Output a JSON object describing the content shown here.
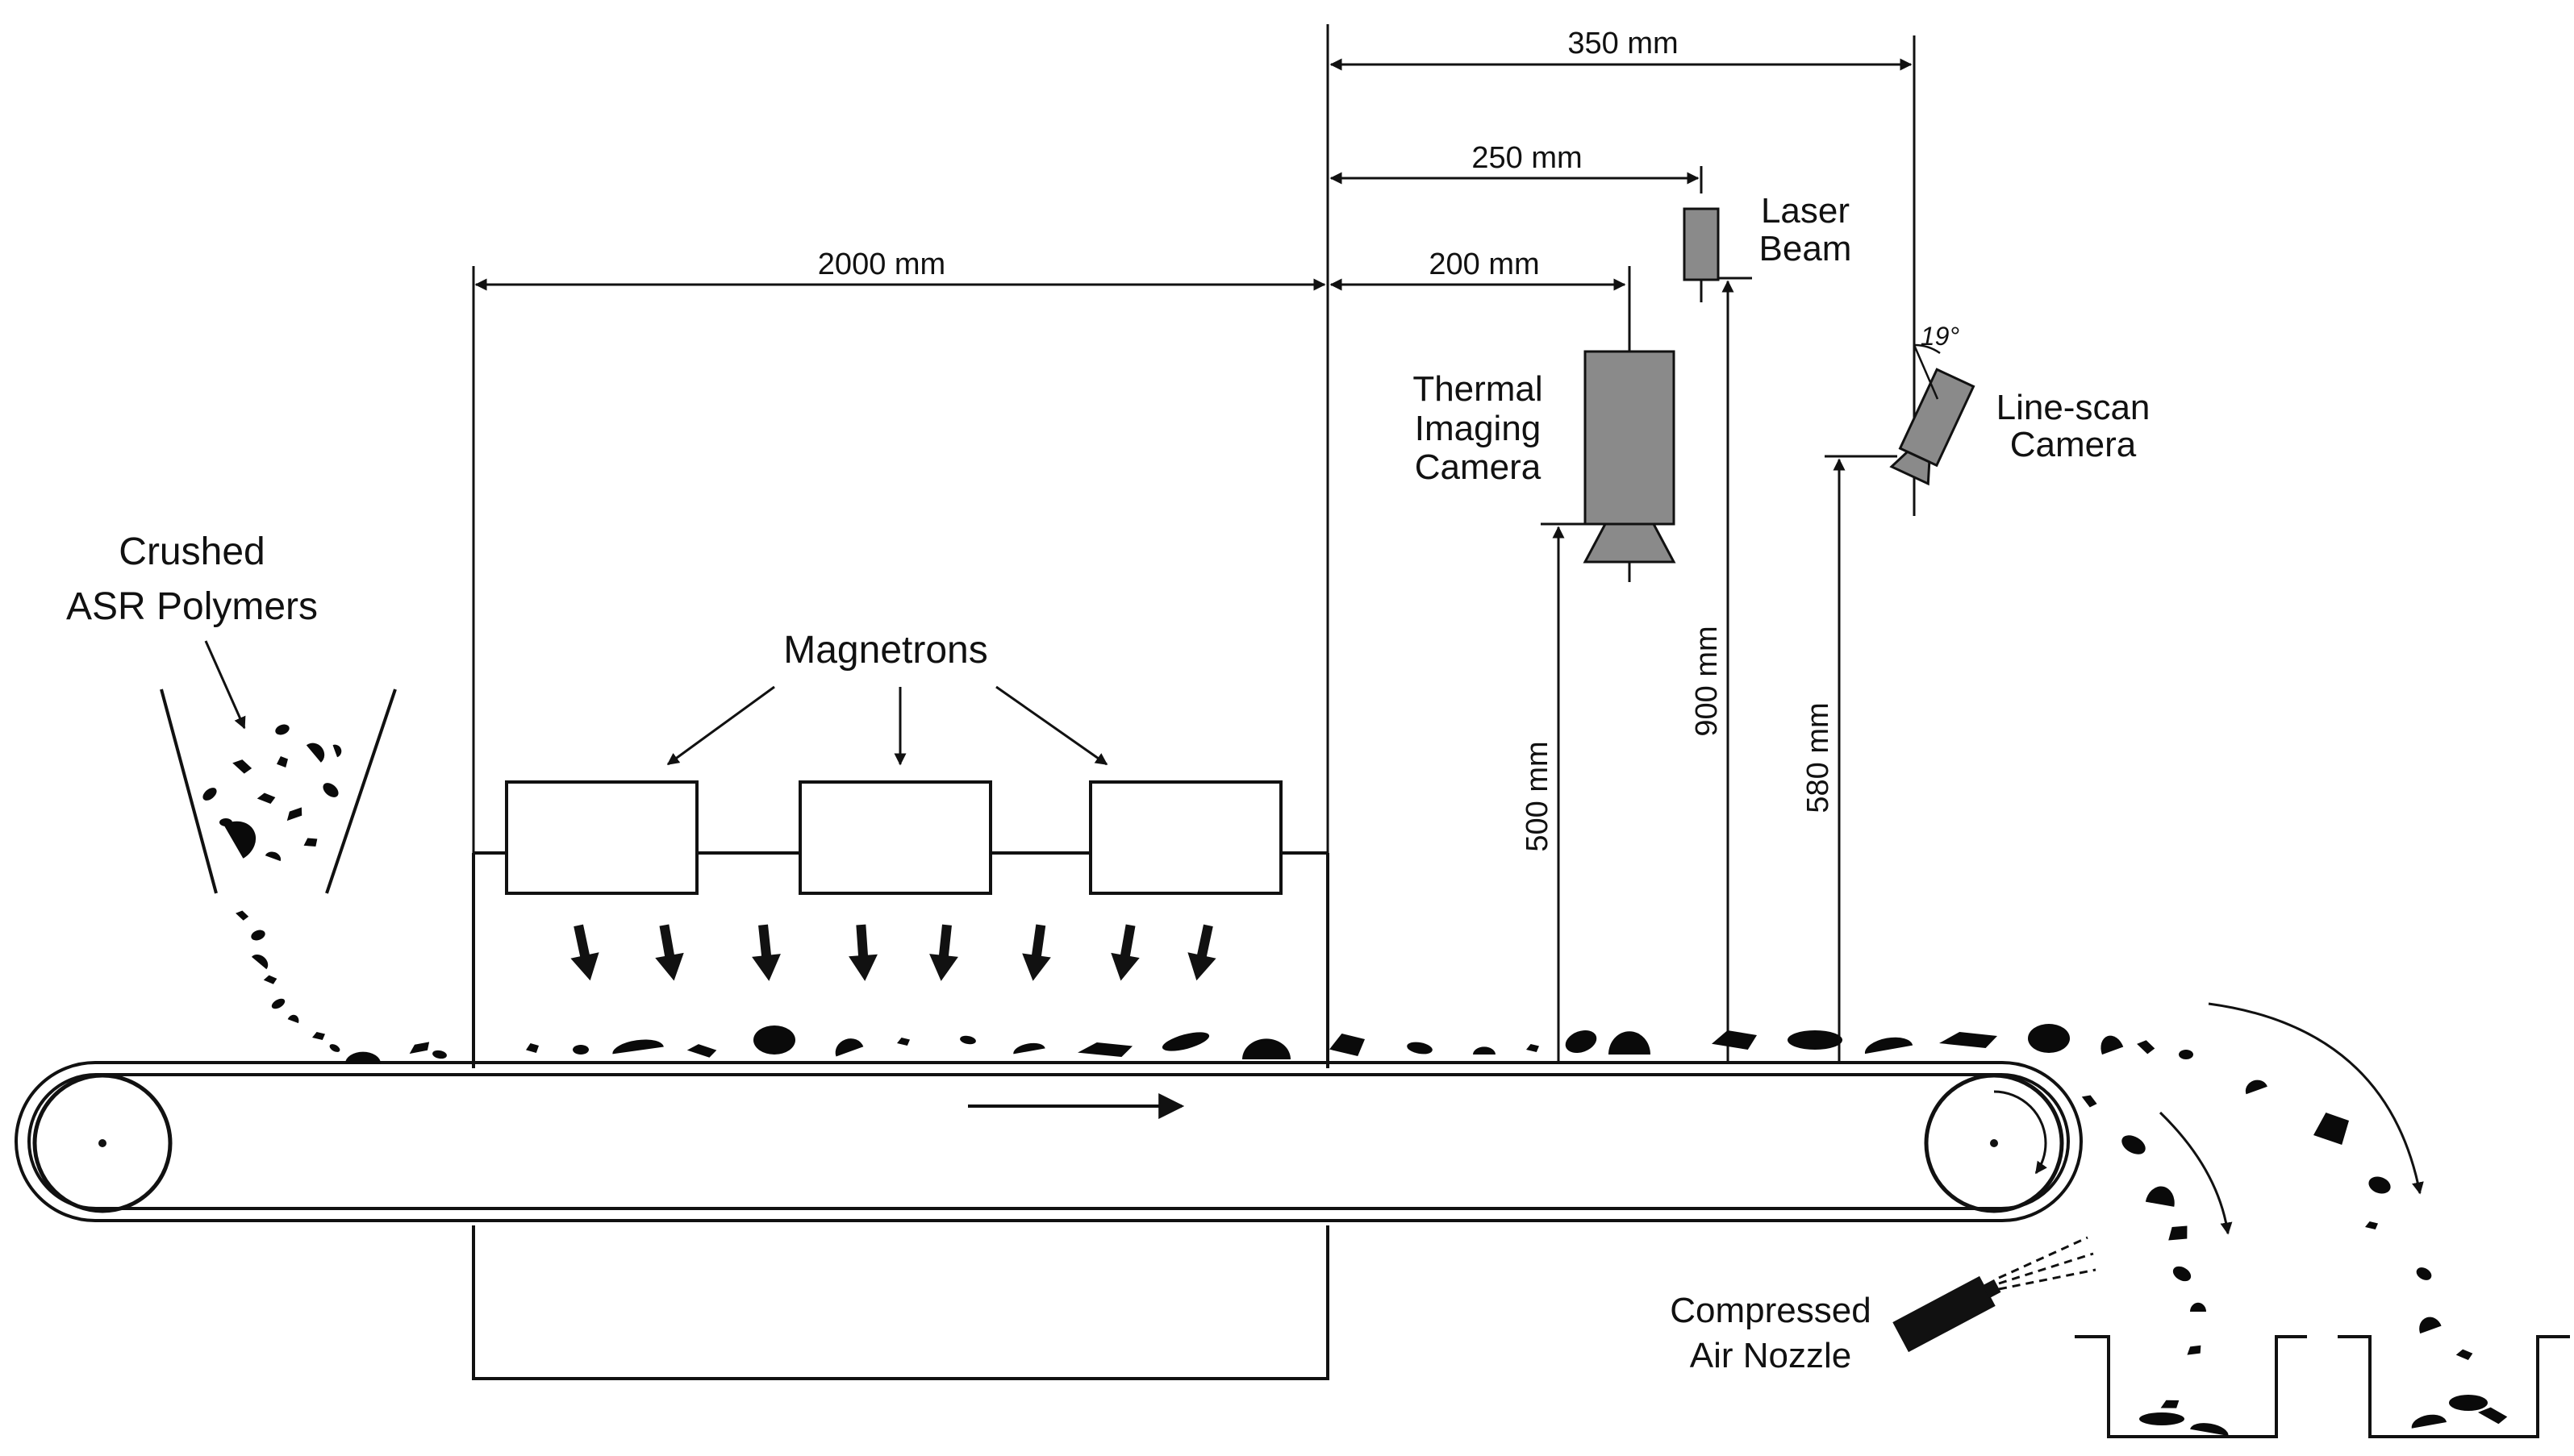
{
  "diagram": {
    "labels": {
      "crushed_line1": "Crushed",
      "crushed_line2": "ASR Polymers",
      "magnetrons": "Magnetrons",
      "thermal_line1": "Thermal",
      "thermal_line2": "Imaging",
      "thermal_line3": "Camera",
      "laser_line1": "Laser",
      "laser_line2": "Beam",
      "linescan_line1": "Line-scan",
      "linescan_line2": "Camera",
      "nozzle_line1": "Compressed",
      "nozzle_line2": "Air Nozzle"
    },
    "dimensions": {
      "d2000": "2000 mm",
      "d350": "350 mm",
      "d250": "250 mm",
      "d200": "200 mm",
      "h500": "500 mm",
      "h900": "900 mm",
      "h580": "580 mm",
      "angle": "19°"
    },
    "colors": {
      "line": "#111111",
      "device_fill": "#8a8a8a",
      "particle": "#0a0a0a"
    }
  }
}
